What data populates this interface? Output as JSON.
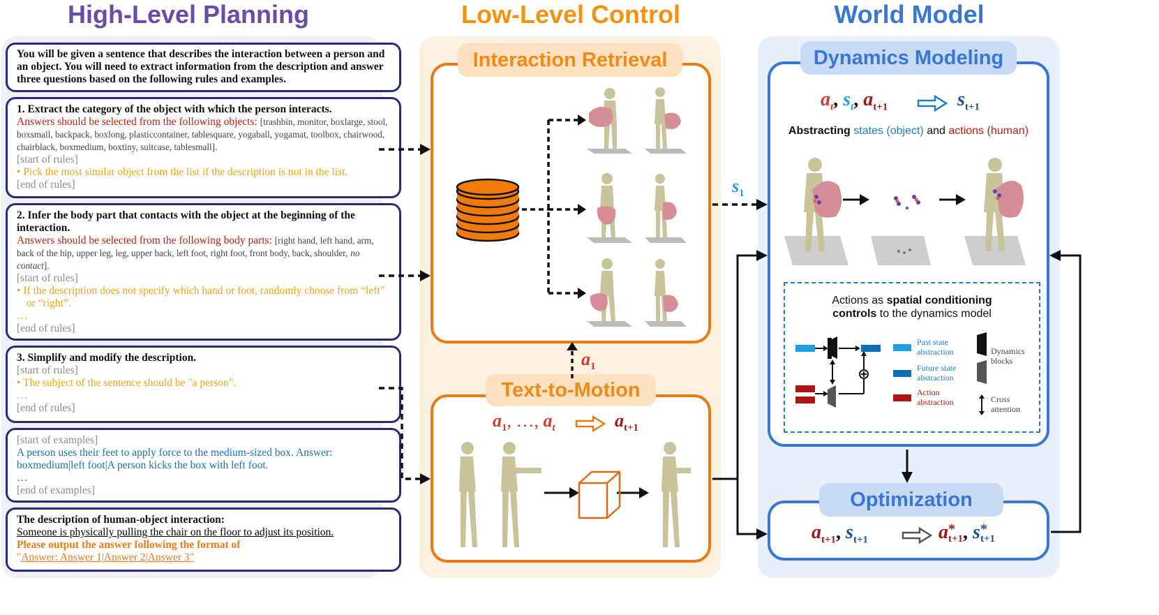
{
  "titles": {
    "planning": "High-Level Planning",
    "control": "Low-Level Control",
    "world": "World Model"
  },
  "colors": {
    "planning_title": "#6a4ba8",
    "control_title": "#f3920f",
    "world_title": "#3877d6",
    "orange_box": "#ea7b14",
    "blue_box": "#3877d6",
    "prompt_border": "#2b2a78"
  },
  "prompt": {
    "intro": "You will be given a sentence that describes the interaction between a person and an object. You will need to extract information from the description and answer three questions based on the following rules and examples.",
    "q1": {
      "title": "1. Extract the category of the object with which the person interacts.",
      "answers_lead": "Answers should be selected from the following objects:",
      "options": "[trashbin, monitor, boxlarge, stool, boxsmall, backpack, boxlong, plasticcontainer, tablesquare, yogaball, yogamat, toolbox, chairwood, chairblack, boxmedium, boxtiny, suitcase, tablesmall].",
      "start_rules": "[start of rules]",
      "rule": "Pick the most similar object from the list if the description is not in the list.",
      "end_rules": "[end of rules]"
    },
    "q2": {
      "title": "2. Infer the body part that contacts with the object at the beginning of the interaction.",
      "answers_lead": "Answers should be selected from the following body parts:",
      "options": "[right hand, left hand, arm, back of the hip, upper leg, leg, upper back, left foot, right foot, front body, back, shoulder,",
      "options_italic": "no contact",
      "options_end": "].",
      "start_rules": "[start of rules]",
      "rule": "If the description does not specify which hand or foot, randomly choose from “left” or “right”.",
      "ellipsis": "…",
      "end_rules": "[end of rules]"
    },
    "q3": {
      "title": "3. Simplify and modify the description.",
      "start_rules": "[start of rules]",
      "rule": "The subject of the sentence should be \"a person\".",
      "ellipsis": "…",
      "end_rules": "[end of rules]"
    },
    "examples": {
      "start": "[start of examples]",
      "text": "A person uses their feet to apply force to the medium-sized box. Answer: boxmedium|left foot|A person kicks the box with left foot.",
      "ellipsis": "…",
      "end": "[end of examples]"
    },
    "final": {
      "title": "The description of human-object interaction:",
      "sentence": "Someone is physically pulling the chair on the floor to adjust its position.",
      "instruction": "Please output the answer following the format of",
      "quote": "\"",
      "format": "Answer: Answer 1|Answer 2|Answer 3\""
    }
  },
  "control": {
    "retrieval_label": "Interaction Retrieval",
    "t2m_label": "Text-to-Motion",
    "a1_label": "a",
    "a1_sub": "1",
    "seq_a": "a",
    "seq_sub1": "1",
    "seq_mid": ", …, ",
    "seq_a2": "a",
    "seq_subt": "t",
    "seq_out": "a",
    "seq_outsub": "t+1"
  },
  "world": {
    "dynamics_label": "Dynamics Modeling",
    "optimization_label": "Optimization",
    "eq": {
      "a": "a",
      "a_sub": "t",
      "comma1": ",",
      "s": "s",
      "s_sub": "t",
      "comma2": ",",
      "a2": "a",
      "a2_sub": "t+1",
      "out": "s",
      "out_sub": "t+1"
    },
    "abstract": {
      "bold": "Abstracting",
      "states": "states (object)",
      "and": "and",
      "actions": "actions (human)"
    },
    "s1_label": "s",
    "s1_sub": "1",
    "conditioning": {
      "line1_pre": "Actions as",
      "line1_bold": "spatial conditioning",
      "line2_bold": "controls",
      "line2_post": "to the dynamics model"
    },
    "legend": {
      "past": "Past state abstraction",
      "future": "Future state abstraction",
      "action": "Action abstraction",
      "blocks": "Dynamics blocks",
      "cross": "Cross attention"
    },
    "opt_eq": {
      "a": "a",
      "a_sub": "t+1",
      "comma1": ",",
      "s": "s",
      "s_sub": "t+1",
      "a2": "a",
      "a2_sup": "*",
      "a2_sub": "t+1",
      "comma2": ",",
      "s2": "s",
      "s2_sup": "*",
      "s2_sub": "t+1"
    },
    "colors": {
      "past_state": "#1ba0e8",
      "future_state": "#0b6fb8",
      "action": "#b01515",
      "math_red": "#d5392c",
      "math_blue": "#1d7ec8",
      "math_darkblue": "#1d4f8f",
      "math_darkred": "#a01717"
    }
  }
}
